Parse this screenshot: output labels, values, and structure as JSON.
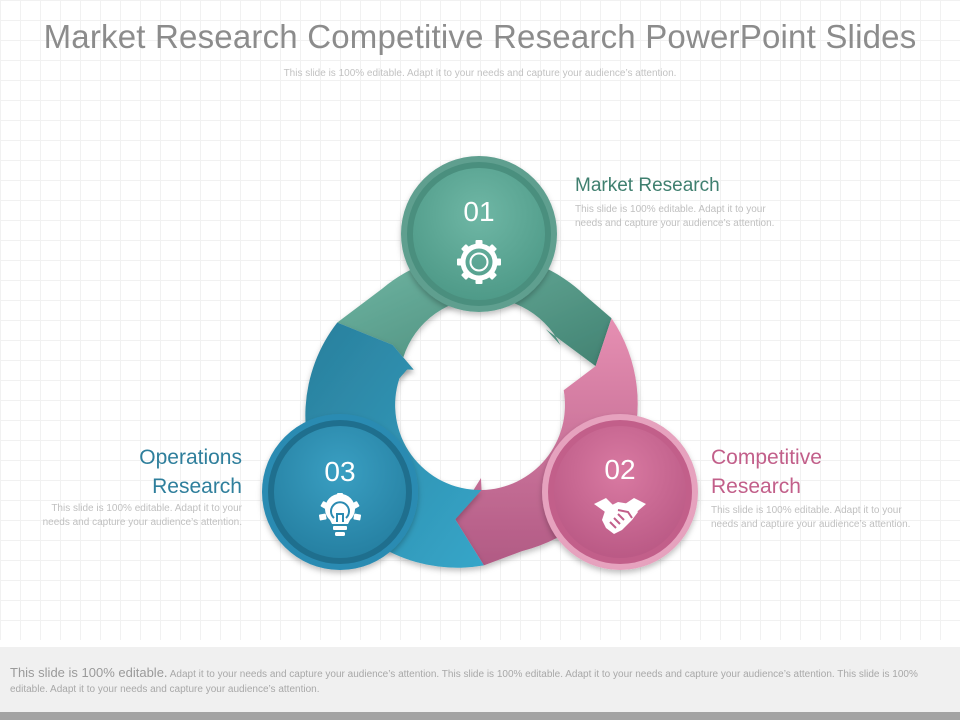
{
  "slide": {
    "title": "Market Research Competitive Research PowerPoint Slides",
    "subtitle": "This slide is 100% editable. Adapt it to your needs and capture your audience’s attention."
  },
  "steps": [
    {
      "number": "01",
      "title": "Market Research",
      "description": "This slide is 100% editable. Adapt it to your needs and capture your audience’s attention.",
      "icon": "gear-icon",
      "color": "#5aa896"
    },
    {
      "number": "02",
      "title": "Competitive Research",
      "description": "This slide is 100% editable. Adapt it to your needs and capture your audience’s attention.",
      "icon": "handshake-icon",
      "color": "#c9678f"
    },
    {
      "number": "03",
      "title": "Operations Research",
      "description": "This slide is 100% editable. Adapt it to your needs and capture your audience’s attention.",
      "icon": "lightbulb-gear-icon",
      "color": "#2f8cb0"
    }
  ],
  "footer": {
    "lead": "This slide is 100% editable.",
    "body": "Adapt it to your needs and capture your audience’s attention. This slide is 100% editable. Adapt it to your needs and capture your audience’s attention. This slide is 100% editable. Adapt it to your needs and capture your audience’s attention."
  }
}
